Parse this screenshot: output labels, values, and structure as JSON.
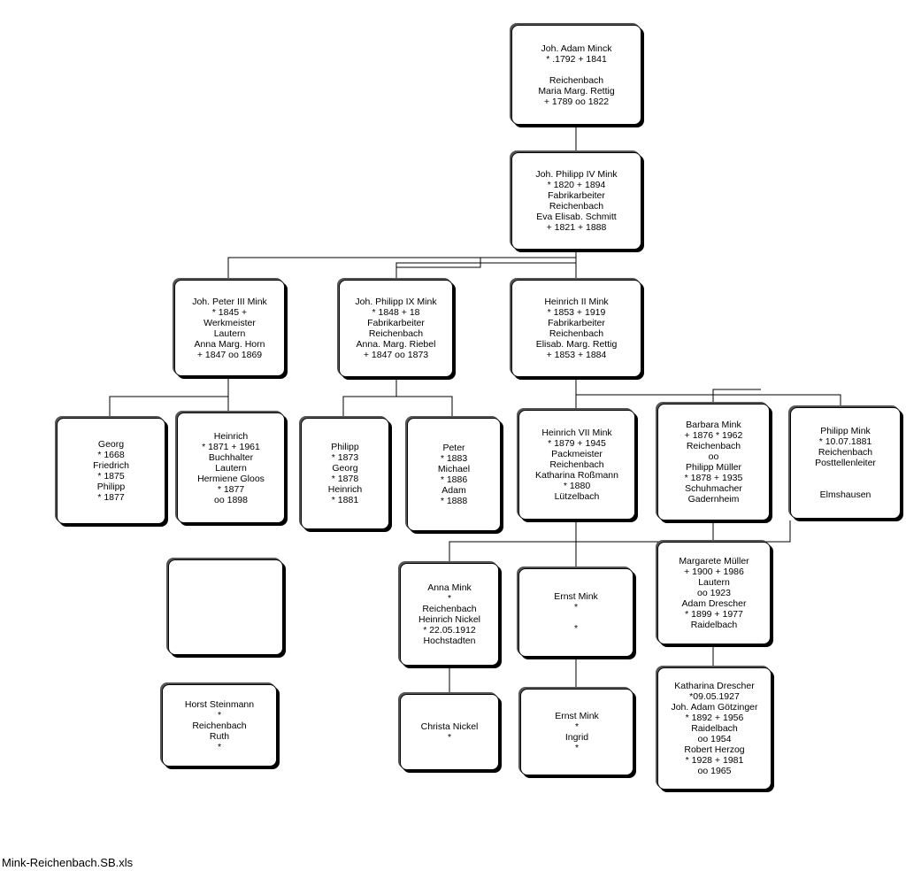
{
  "footer": "Mink-Reichenbach.SB.xls",
  "nodes": [
    {
      "id": "adam",
      "text": "Joh. Adam Minck\n* .1792 + 1841\n\nReichenbach\nMaria Marg. Rettig\n+ 1789  oo 1822"
    },
    {
      "id": "philipp-iv",
      "text": "Joh. Philipp IV Mink\n* 1820 + 1894\nFabrikarbeiter\nReichenbach\nEva Elisab. Schmitt\n+ 1821  + 1888"
    },
    {
      "id": "peter-iii",
      "text": "Joh. Peter III Mink\n* 1845 +\nWerkmeister\nLautern\nAnna Marg. Horn\n+ 1847  oo 1869"
    },
    {
      "id": "philipp-ix",
      "text": "Joh. Philipp IX Mink\n* 1848 + 18\nFabrikarbeiter\nReichenbach\nAnna. Marg. Riebel\n+ 1847 oo 1873"
    },
    {
      "id": "heinrich-ii",
      "text": "Heinrich II Mink\n* 1853 + 1919\nFabrikarbeiter\nReichenbach\nElisab. Marg. Rettig\n+ 1853  + 1884"
    },
    {
      "id": "georg",
      "text": "Georg\n* 1668\nFriedrich\n* 1875\nPhilipp\n* 1877"
    },
    {
      "id": "heinrich-1871",
      "text": "Heinrich\n* 1871 + 1961\nBuchhalter\nLautern\nHermiene Gloos\n* 1877\noo 1898"
    },
    {
      "id": "philipp-1873",
      "text": "Philipp\n* 1873\nGeorg\n* 1878\nHeinrich\n* 1881"
    },
    {
      "id": "peter-1883",
      "text": "Peter\n* 1883\nMichael\n* 1886\nAdam\n* 1888"
    },
    {
      "id": "heinrich-vii",
      "text": "Heinrich VII Mink\n* 1879 + 1945\nPackmeister\nReichenbach\nKatharina Roßmann\n* 1880\nLützelbach"
    },
    {
      "id": "barbara",
      "text": "Barbara Mink\n+ 1876  * 1962\nReichenbach\noo\nPhilipp Müller\n* 1878 + 1935\nSchuhmacher\nGadernheim"
    },
    {
      "id": "philipp-1881",
      "text": "Philipp Mink\n* 10.07.1881\nReichenbach\nPosttellenleiter\n\n\nElmshausen"
    },
    {
      "id": "empty",
      "text": ""
    },
    {
      "id": "anna",
      "text": "Anna Mink\n*\nReichenbach\nHeinrich Nickel\n* 22.05.1912\nHochstadten"
    },
    {
      "id": "ernst-1",
      "text": "Ernst Mink\n*\n\n*"
    },
    {
      "id": "margarete",
      "text": "Margarete  Müller\n+ 1900 + 1986\nLautern\noo 1923\nAdam Drescher\n* 1899 + 1977\nRaidelbach"
    },
    {
      "id": "horst",
      "text": "Horst Steinmann\n*\nReichenbach\nRuth\n*"
    },
    {
      "id": "christa",
      "text": "Christa Nickel\n*"
    },
    {
      "id": "ernst-2",
      "text": "Ernst Mink\n*\nIngrid\n*"
    },
    {
      "id": "katharina",
      "text": "Katharina Drescher\n*09.05.1927\nJoh. Adam  Götzinger\n* 1892  + 1956\nRaidelbach\noo 1954\nRobert Herzog\n* 1928 + 1981\noo 1965"
    }
  ]
}
